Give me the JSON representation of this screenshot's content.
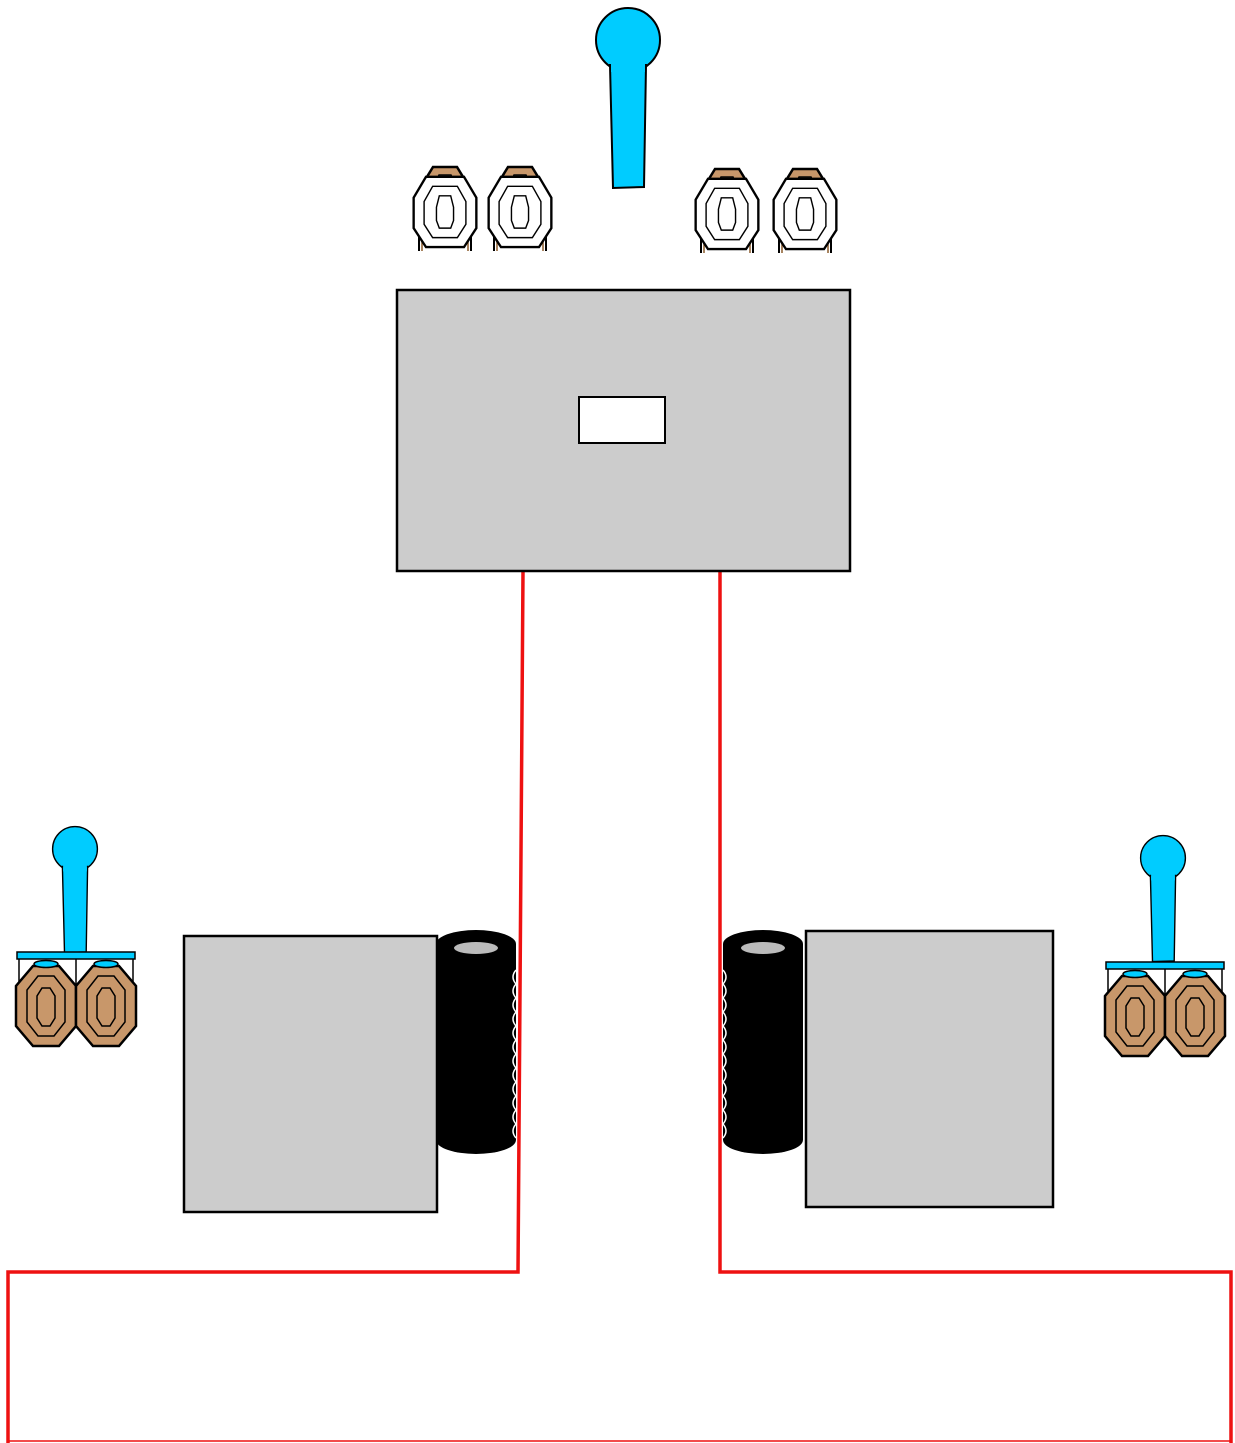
{
  "diagram": {
    "type": "shooting-stage-layout",
    "elements": [
      {
        "kind": "barricade-wall",
        "name": "top-barricade",
        "has_port": true
      },
      {
        "kind": "barricade-wall",
        "name": "left-barricade"
      },
      {
        "kind": "barricade-wall",
        "name": "right-barricade"
      },
      {
        "kind": "tire-stack",
        "name": "left-tire-stack"
      },
      {
        "kind": "tire-stack",
        "name": "right-tire-stack"
      },
      {
        "kind": "popper-target",
        "name": "top-popper"
      },
      {
        "kind": "popper-target",
        "name": "left-popper"
      },
      {
        "kind": "popper-target",
        "name": "right-popper"
      },
      {
        "kind": "paper-target-group",
        "name": "top-targets",
        "count": 4
      },
      {
        "kind": "paper-target-group",
        "name": "left-targets",
        "count": 2
      },
      {
        "kind": "paper-target-group",
        "name": "right-targets",
        "count": 2
      },
      {
        "kind": "fault-line",
        "name": "shooting-area-boundary"
      }
    ]
  },
  "colors": {
    "barricade": "#cccccc",
    "outline": "#000000",
    "target_tan": "#c8976a",
    "target_white": "#ffffff",
    "popper": "#00ccff",
    "tire": "#000000",
    "tire_top": "#bbbbbb",
    "fault_line": "#ee1111",
    "background": "#ffffff"
  }
}
